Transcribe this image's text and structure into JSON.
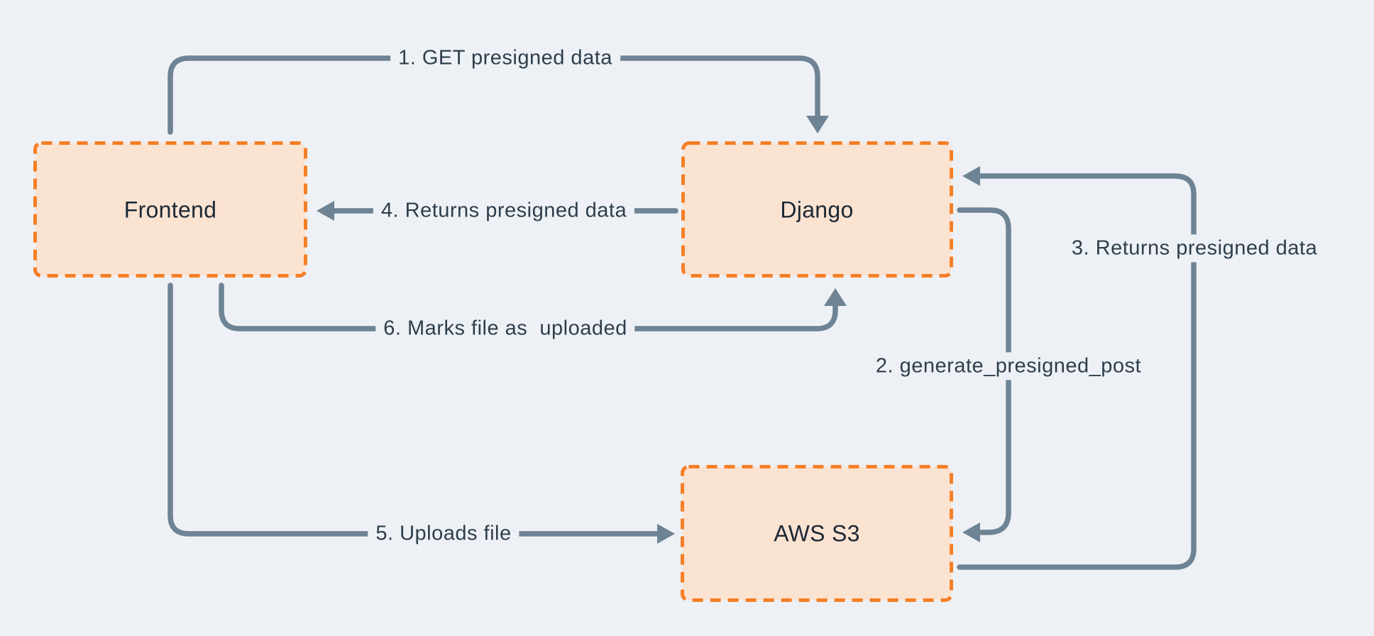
{
  "diagram": {
    "colors": {
      "background": "#edf1f5",
      "node_fill": "#fbe3d2",
      "node_border": "#f57f26",
      "arrow": "#6e8394",
      "node_text": "#1c2834",
      "edge_text": "#2e3d4b"
    },
    "nodes": [
      {
        "id": "frontend",
        "label": "Frontend"
      },
      {
        "id": "django",
        "label": "Django"
      },
      {
        "id": "aws-s3",
        "label": "AWS S3"
      }
    ],
    "edges": [
      {
        "id": "1",
        "from": "Frontend",
        "to": "Django",
        "label": "1. GET presigned data"
      },
      {
        "id": "2",
        "from": "Django",
        "to": "AWS S3",
        "label": "2. generate_presigned_post"
      },
      {
        "id": "3",
        "from": "AWS S3",
        "to": "Django",
        "label": "3. Returns presigned data"
      },
      {
        "id": "4",
        "from": "Django",
        "to": "Frontend",
        "label": "4. Returns presigned data"
      },
      {
        "id": "5",
        "from": "Frontend",
        "to": "AWS S3",
        "label": "5. Uploads file"
      },
      {
        "id": "6",
        "from": "Frontend",
        "to": "Django",
        "label": "6. Marks file as  uploaded"
      }
    ]
  }
}
